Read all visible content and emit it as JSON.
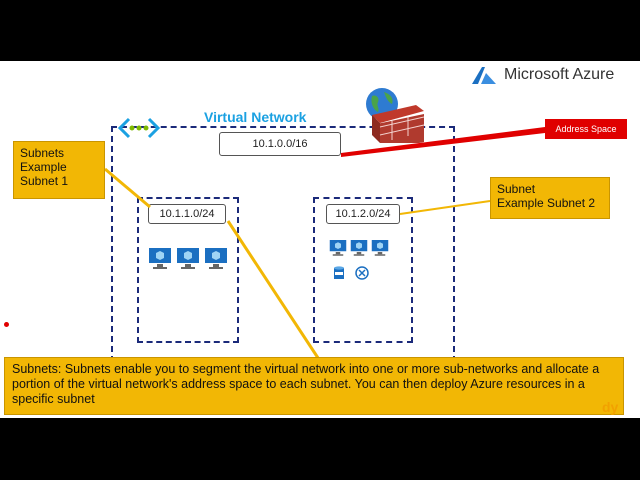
{
  "brand": {
    "name": "Microsoft Azure",
    "logo_icon": "azure-logo-icon",
    "color": "#1b6fc1"
  },
  "vnet": {
    "title": "Virtual Network",
    "address": "10.1.0.0/16",
    "icon": "vnet-icon"
  },
  "address_space_label": "Address Space",
  "subnets": [
    {
      "address": "10.1.1.0/24",
      "vm_count": 3
    },
    {
      "address": "10.1.2.0/24",
      "vm_count": 3
    }
  ],
  "callouts": {
    "left": [
      "Subnets",
      "Example",
      "Subnet 1"
    ],
    "right": [
      "Subnet",
      "Example Subnet 2"
    ],
    "bottom": "Subnets: Subnets enable you to segment the virtual network into one or more sub-networks and allocate a portion of the virtual network's address space to each subnet. You can then deploy Azure resources in a specific subnet"
  },
  "icons": [
    "globe-icon",
    "firewall-icon",
    "vm-icon",
    "sql-database-icon",
    "service-icon"
  ],
  "watermark": "dy",
  "colors": {
    "callout": "#f2b705",
    "box_border": "#1b2a7a",
    "vnet_title": "#1ba1e2",
    "highlight": "#e00000"
  }
}
